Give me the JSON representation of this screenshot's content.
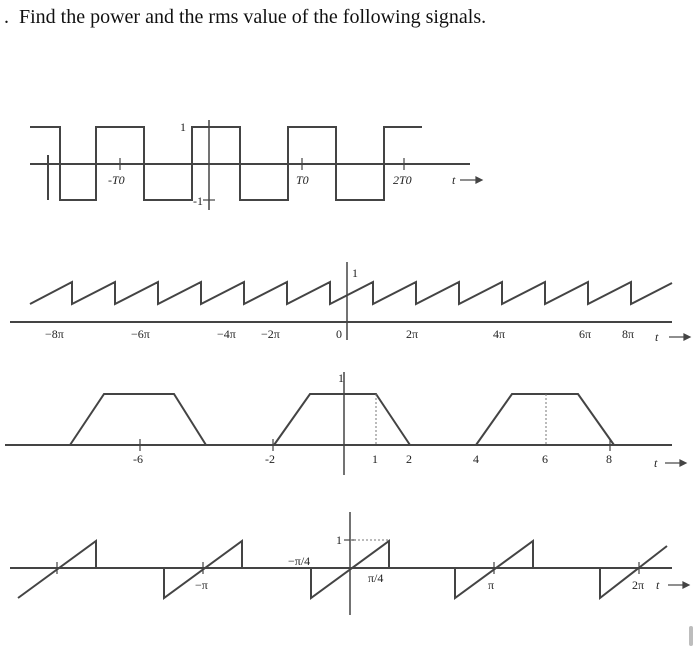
{
  "question": {
    "bullet": ".",
    "text": "Find the power and the rms value of the following signals."
  },
  "figure_a": {
    "labels": {
      "amp_pos": "1",
      "amp_neg": "-1",
      "t_neg": "-T0",
      "t_pos": "T0",
      "t_2": "2T0",
      "axis": "t"
    }
  },
  "figure_b": {
    "labels": {
      "amp": "1",
      "m8": "−8π",
      "m6": "−6π",
      "m4": "−4π",
      "m2": "−2π",
      "zero": "0",
      "p2": "2π",
      "p4": "4π",
      "p6": "6π",
      "p8": "8π",
      "axis": "t"
    }
  },
  "figure_c": {
    "labels": {
      "m6": "-6",
      "m2": "-2",
      "one": "1",
      "two": "2",
      "four": "4",
      "six": "6",
      "eight": "8",
      "amp": "1",
      "axis": "t"
    }
  },
  "figure_d": {
    "labels": {
      "amp": "1",
      "m_pi4": "−π/4",
      "p_pi4": "π/4",
      "m_pi": "−π",
      "pi": "π",
      "two_pi": "2π",
      "axis": "t"
    }
  }
}
